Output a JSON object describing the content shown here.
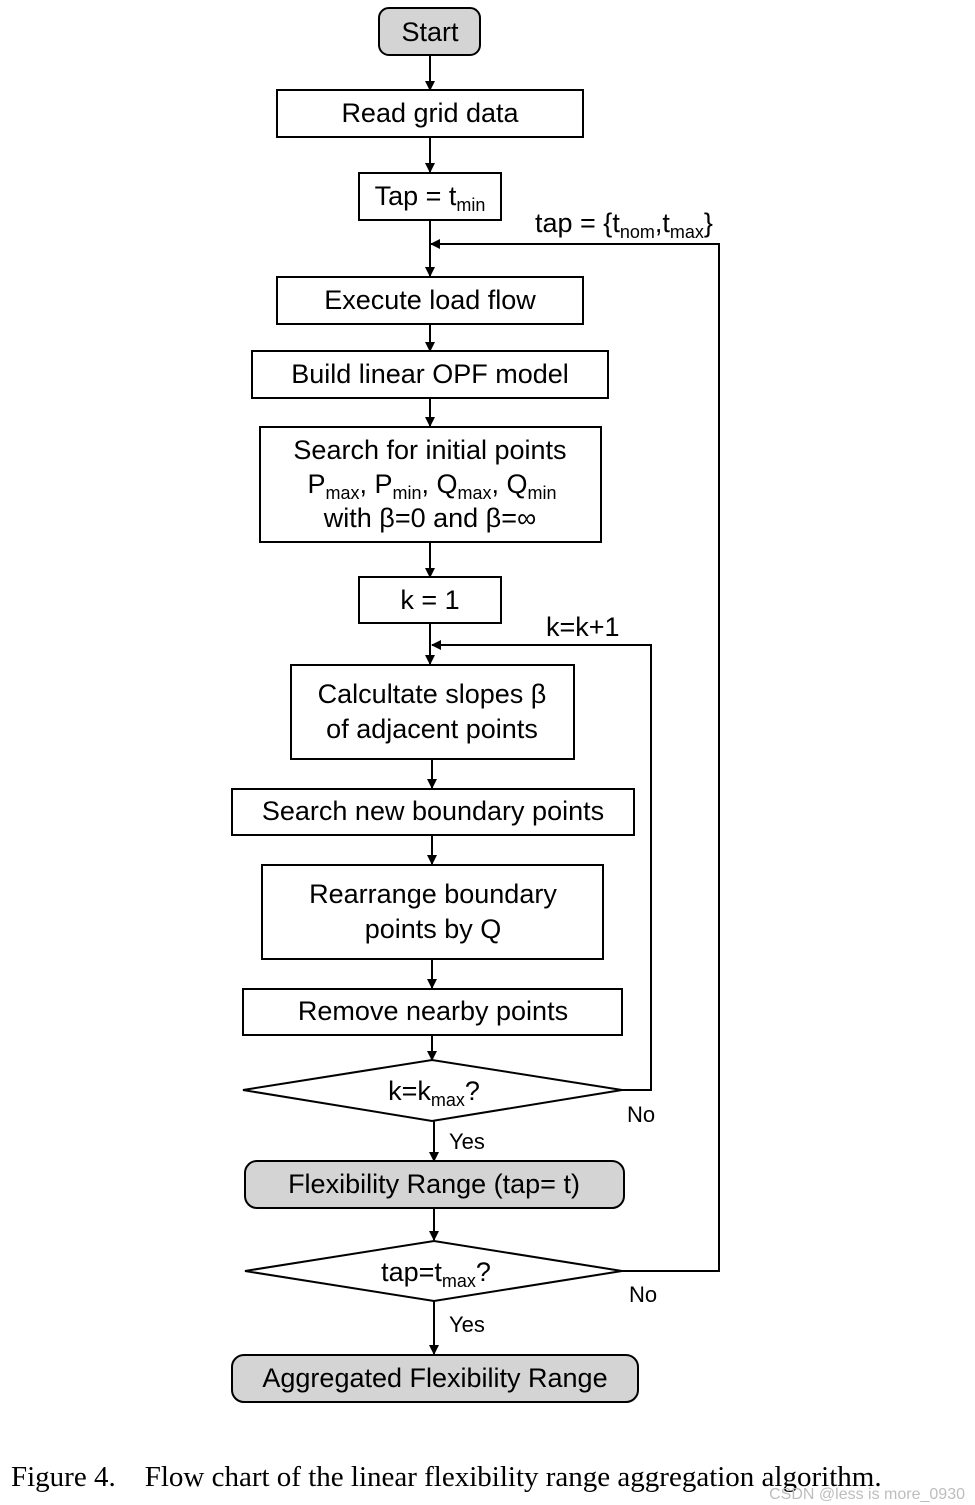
{
  "nodes": {
    "start": "Start",
    "read": "Read grid data",
    "tap_init": {
      "main": "Tap = t",
      "sub": "min"
    },
    "load_flow": "Execute load flow",
    "build_opf": "Build linear OPF model",
    "search_init": {
      "line1": "Search for initial points",
      "line2": {
        "p": "P",
        "max": "max",
        "comma1": ", P",
        "min": "min",
        "comma2": ", Q",
        "qmax": "max",
        "comma3": ", Q",
        "qmin": "min"
      },
      "line3": "with β=0 and β=∞"
    },
    "k_init": "k = 1",
    "slopes": {
      "line1": "Calcultate slopes β",
      "line2": "of adjacent points"
    },
    "search_new": "Search new boundary points",
    "rearrange": {
      "line1": "Rearrange boundary",
      "line2": "points by Q"
    },
    "remove": "Remove nearby points",
    "decision_k": {
      "main": "k=k",
      "sub": "max",
      "suffix": "?"
    },
    "flex_range": "Flexibility Range (tap= t)",
    "decision_tap": {
      "main": "tap=t",
      "sub": "max",
      "suffix": "?"
    },
    "aggregated": "Aggregated Flexibility Range"
  },
  "edge_labels": {
    "tap_loop": {
      "prefix": "tap = {t",
      "sub1": "nom",
      "mid": ",t",
      "sub2": "max",
      "suffix": "}"
    },
    "k_loop": "k=k+1",
    "k_no": "No",
    "k_yes": "Yes",
    "tap_no": "No",
    "tap_yes": "Yes"
  },
  "caption": "Figure 4.    Flow chart of the linear flexibility range aggregation algorithm.",
  "watermark": "CSDN @less is more_0930",
  "colors": {
    "terminal_fill": "#d4d4d4",
    "box_fill": "#ffffff",
    "line": "#000000"
  }
}
